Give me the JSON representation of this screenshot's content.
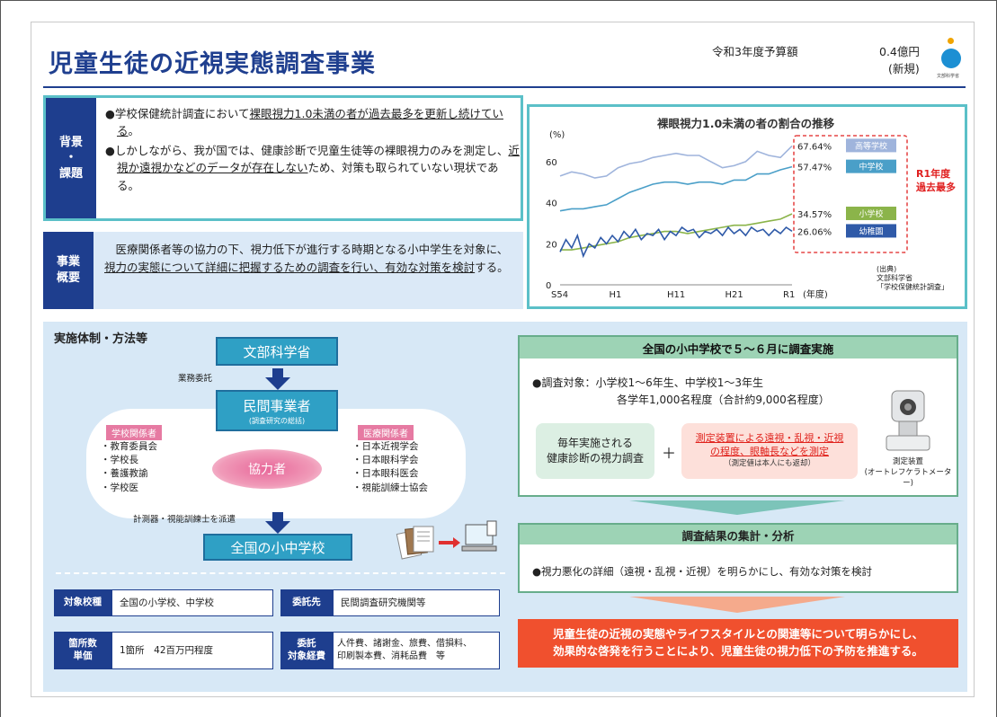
{
  "header": {
    "title": "児童生徒の近視実態調査事業",
    "budget_label": "令和3年度予算額",
    "budget_amount": "0.4億円",
    "budget_new": "(新規)",
    "logo_text": "文部科学省"
  },
  "background": {
    "tag_line1": "背景",
    "tag_line2": "・",
    "tag_line3": "課題",
    "bullet1_pre": "●学校保健統計調査において",
    "bullet1_ul": "裸眼視力1.0未満の者が過去最多を更新し続けている",
    "bullet1_post": "。",
    "bullet2_pre": "●しかしながら、我が国では、健康診断で児童生徒等の裸眼視力のみを測定し、",
    "bullet2_ul": "近視か遠視かなどのデータが存在しない",
    "bullet2_post": "ため、対策も取られていない現状である。"
  },
  "summary": {
    "tag_line1": "事業",
    "tag_line2": "概要",
    "text_pre": "医療関係者等の協力の下、視力低下が進行する時期となる小中学生を対象に、",
    "text_ul1": "視力の実態について詳細に把握するための調査を行い、有効な対策を検討",
    "text_post": "する。"
  },
  "chart_data": {
    "type": "line",
    "title": "裸眼視力1.0未満の者の割合の推移",
    "ylabel": "(%)",
    "xlabel": "(年度)",
    "ylim": [
      0,
      70
    ],
    "yticks": [
      0,
      20,
      40,
      60
    ],
    "x_tick_labels": [
      "S54",
      "H1",
      "H11",
      "H21",
      "R1"
    ],
    "x_range": [
      1979,
      2019
    ],
    "series": [
      {
        "name": "高等学校",
        "color": "#9fb4dc",
        "end_label": "67.64%",
        "badge_color": "#9fb4dc",
        "points": [
          [
            1979,
            53
          ],
          [
            1981,
            55
          ],
          [
            1983,
            54
          ],
          [
            1985,
            52
          ],
          [
            1987,
            53
          ],
          [
            1989,
            57
          ],
          [
            1991,
            59
          ],
          [
            1993,
            60
          ],
          [
            1995,
            62
          ],
          [
            1997,
            63
          ],
          [
            1999,
            64
          ],
          [
            2001,
            63
          ],
          [
            2003,
            63
          ],
          [
            2005,
            60
          ],
          [
            2007,
            57
          ],
          [
            2009,
            58
          ],
          [
            2011,
            60
          ],
          [
            2013,
            65
          ],
          [
            2015,
            63
          ],
          [
            2017,
            62
          ],
          [
            2019,
            67.64
          ]
        ]
      },
      {
        "name": "中学校",
        "color": "#4a9fc8",
        "end_label": "57.47%",
        "badge_color": "#4a9fc8",
        "points": [
          [
            1979,
            36
          ],
          [
            1981,
            37
          ],
          [
            1983,
            37
          ],
          [
            1985,
            38
          ],
          [
            1987,
            39
          ],
          [
            1989,
            42
          ],
          [
            1991,
            45
          ],
          [
            1993,
            47
          ],
          [
            1995,
            49
          ],
          [
            1997,
            50
          ],
          [
            1999,
            50
          ],
          [
            2001,
            49
          ],
          [
            2003,
            50
          ],
          [
            2005,
            50
          ],
          [
            2007,
            49
          ],
          [
            2009,
            51
          ],
          [
            2011,
            51
          ],
          [
            2013,
            54
          ],
          [
            2015,
            54
          ],
          [
            2017,
            56
          ],
          [
            2019,
            57.47
          ]
        ]
      },
      {
        "name": "小学校",
        "color": "#8bb44a",
        "end_label": "34.57%",
        "badge_color": "#8bb44a",
        "points": [
          [
            1979,
            17
          ],
          [
            1981,
            17
          ],
          [
            1983,
            18
          ],
          [
            1985,
            19
          ],
          [
            1987,
            20
          ],
          [
            1989,
            21
          ],
          [
            1991,
            23
          ],
          [
            1993,
            24
          ],
          [
            1995,
            25
          ],
          [
            1997,
            26
          ],
          [
            1999,
            26
          ],
          [
            2001,
            25
          ],
          [
            2003,
            26
          ],
          [
            2005,
            27
          ],
          [
            2007,
            28
          ],
          [
            2009,
            29
          ],
          [
            2011,
            29
          ],
          [
            2013,
            30
          ],
          [
            2015,
            31
          ],
          [
            2017,
            32
          ],
          [
            2019,
            34.57
          ]
        ]
      },
      {
        "name": "幼稚園",
        "color": "#2f5aa8",
        "end_label": "26.06%",
        "badge_color": "#2f5aa8",
        "points": [
          [
            1979,
            16
          ],
          [
            1980,
            22
          ],
          [
            1981,
            18
          ],
          [
            1982,
            24
          ],
          [
            1983,
            14
          ],
          [
            1984,
            20
          ],
          [
            1985,
            18
          ],
          [
            1986,
            23
          ],
          [
            1987,
            20
          ],
          [
            1988,
            24
          ],
          [
            1989,
            21
          ],
          [
            1990,
            26
          ],
          [
            1991,
            23
          ],
          [
            1992,
            27
          ],
          [
            1993,
            22
          ],
          [
            1994,
            25
          ],
          [
            1995,
            24
          ],
          [
            1996,
            27
          ],
          [
            1997,
            22
          ],
          [
            1998,
            26
          ],
          [
            1999,
            24
          ],
          [
            2000,
            28
          ],
          [
            2001,
            26
          ],
          [
            2002,
            27
          ],
          [
            2003,
            23
          ],
          [
            2004,
            26
          ],
          [
            2005,
            25
          ],
          [
            2006,
            27
          ],
          [
            2007,
            24
          ],
          [
            2008,
            28
          ],
          [
            2009,
            25
          ],
          [
            2010,
            27
          ],
          [
            2011,
            24
          ],
          [
            2012,
            28
          ],
          [
            2013,
            26
          ],
          [
            2014,
            27
          ],
          [
            2015,
            24
          ],
          [
            2016,
            27
          ],
          [
            2017,
            25
          ],
          [
            2018,
            28
          ],
          [
            2019,
            26.06
          ]
        ]
      }
    ],
    "annotation": "R1年度\n過去最多",
    "source": [
      "(出典)",
      "文部科学省",
      "「学校保健統計調査」"
    ]
  },
  "implementation": {
    "title": "実施体制・方法等",
    "mext": "文部科学省",
    "commission": "業務委託",
    "private_company": "民間事業者",
    "private_sub": "(調査研究の総括)",
    "school_related_head": "学校関係者",
    "school_related": [
      "教育委員会",
      "学校長",
      "養護教諭",
      "学校医"
    ],
    "medical_related_head": "医療関係者",
    "medical_related": [
      "日本近視学会",
      "日本眼科学会",
      "日本眼科医会",
      "視能訓練士協会"
    ],
    "cooperators": "協力者",
    "dispatch": "計測器・視能訓練士を派遣",
    "schools": "全国の小中学校"
  },
  "info": {
    "target_label": "対象校種",
    "target_value": "全国の小学校、中学校",
    "contractor_label": "委託先",
    "contractor_value": "民間調査研究機関等",
    "places_label": "箇所数\n単価",
    "places_value": "1箇所　42百万円程度",
    "costs_label": "委託\n対象経費",
    "costs_value": "人件費、諸謝金、旅費、借損料、\n印刷製本費、消耗品費　等"
  },
  "survey": {
    "head": "全国の小中学校で５～６月に調査実施",
    "target_line1": "●調査対象：小学校1～6年生、中学校1～3年生",
    "target_line2": "各学年1,000名程度（合計約9,000名程度）",
    "health_check_line1": "毎年実施される",
    "health_check_line2": "健康診断の視力調査",
    "plus": "＋",
    "measure_line1": "測定装置による遠視・乱視・近視",
    "measure_line2": "の程度、眼軸長などを測定",
    "measure_note": "（測定値は本人にも返却）",
    "device_label1": "測定装置",
    "device_label2": "(オートレフケラトメーター)"
  },
  "result": {
    "head": "調査結果の集計・分析",
    "text": "●視力悪化の詳細（遠視・乱視・近視）を明らかにし、有効な対策を検討"
  },
  "conclusion": {
    "line1": "児童生徒の近視の実態やライフスタイルとの関連等について明らかにし、",
    "line2": "効果的な啓発を行うことにより、児童生徒の視力低下の予防を推進する。"
  }
}
